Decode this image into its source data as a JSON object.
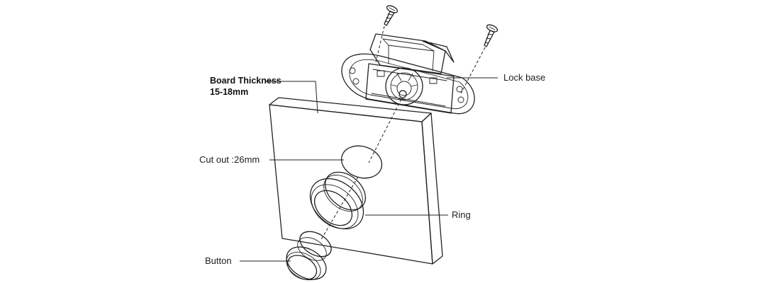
{
  "labels": {
    "board_thickness_title": "Board Thickness",
    "board_thickness_value": "15-18mm",
    "lock_base": "Lock base",
    "cut_out": "Cut out :26mm",
    "ring": "Ring",
    "button": "Button"
  },
  "colors": {
    "line": "#222222",
    "background": "#ffffff"
  }
}
